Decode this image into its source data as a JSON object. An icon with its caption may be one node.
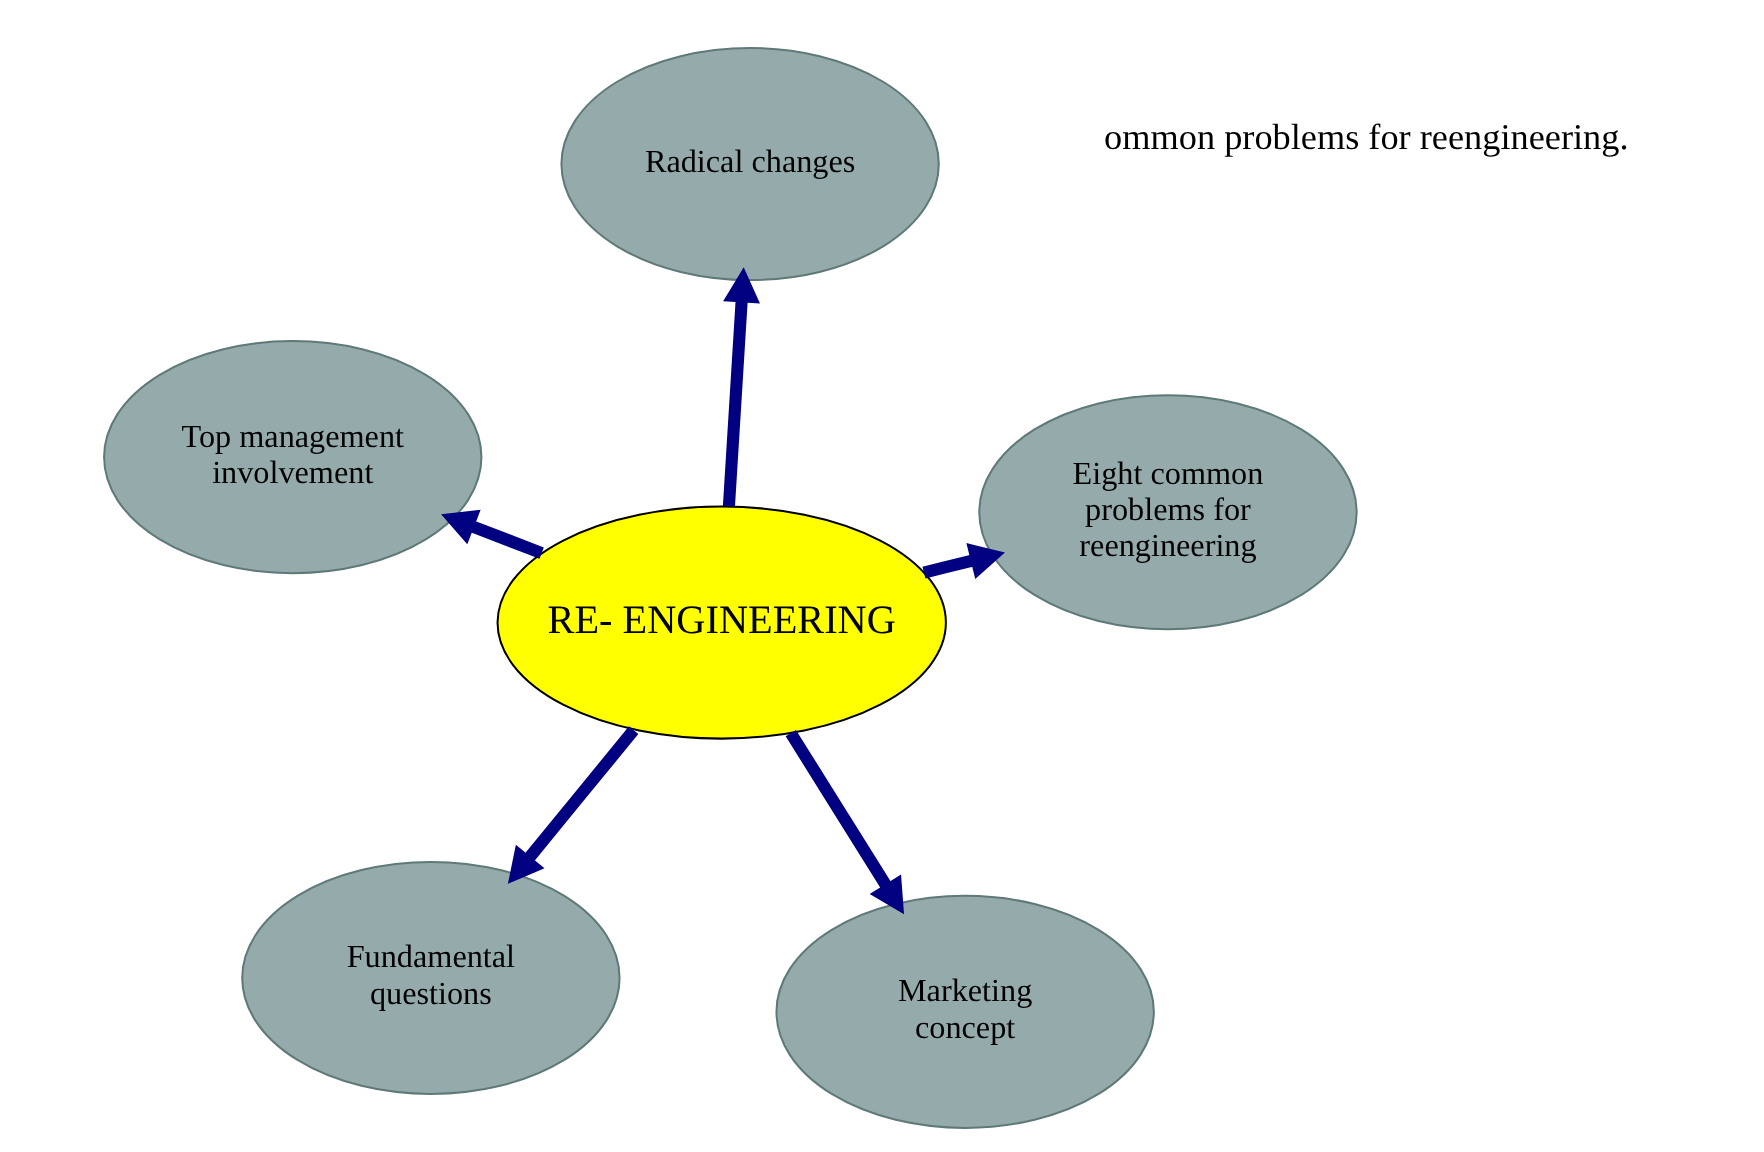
{
  "diagram": {
    "nodes": [
      {
        "text": [
          "RE- ENGINEERING"
        ]
      },
      {
        "text": [
          "Marketing concept"
        ]
      },
      {
        "text": [
          "Eight common problems for reengineering"
        ]
      },
      {
        "text": [
          "Top management involvement"
        ]
      },
      {
        "text": [
          "Radical changes"
        ]
      },
      {
        "text": [
          "Fundamental questions"
        ]
      }
    ],
    "edges": [
      {
        "from": 0,
        "to": 1,
        "arrow": "to"
      },
      {
        "from": 0,
        "to": 2,
        "arrow": "to"
      },
      {
        "from": 0,
        "to": 3,
        "arrow": "to"
      },
      {
        "from": 0,
        "to": 4,
        "arrow": "to"
      },
      {
        "from": 0,
        "to": 5,
        "arrow": "to"
      }
    ],
    "labels": [
      "ommon problems for reengineering."
    ]
  }
}
